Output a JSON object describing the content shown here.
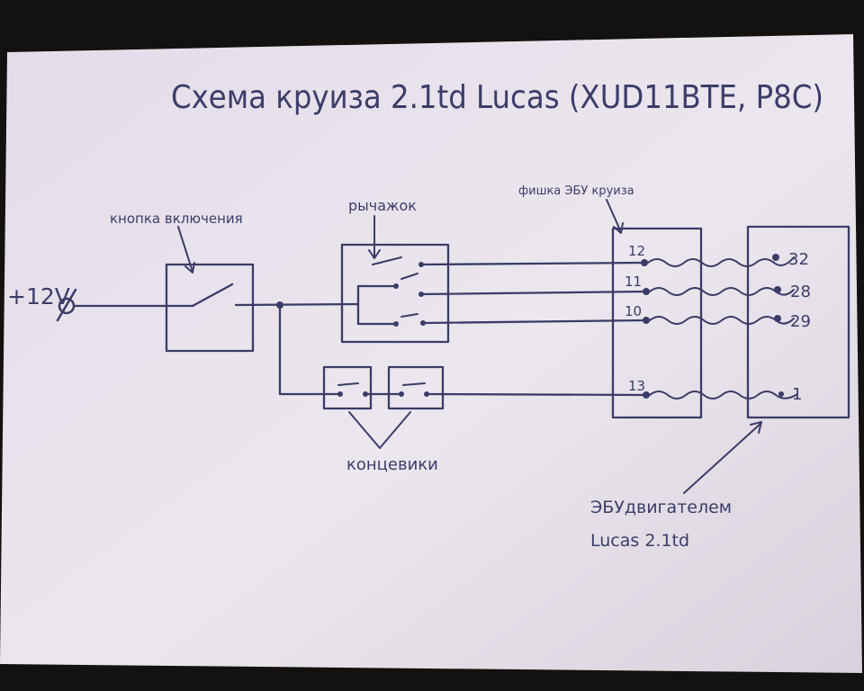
{
  "title": "Схема круиза 2.1td Lucas (XUD11BTE, P8C)",
  "labels": {
    "supply": "+12V",
    "power_button": "кнопка включения",
    "lever": "рычажок",
    "connector": "фишка ЭБУ круиза",
    "limit_switches": "концевики",
    "engine_ecu_line1": "ЭБУдвигателем",
    "engine_ecu_line2": "Lucas 2.1td"
  },
  "connector_pins": [
    "12",
    "11",
    "10",
    "13"
  ],
  "engine_ecu_pins": [
    "32",
    "28",
    "29",
    "1"
  ],
  "colors": {
    "paper": "#ece6ee",
    "ink": "#3a3c68",
    "background": "#141210"
  }
}
